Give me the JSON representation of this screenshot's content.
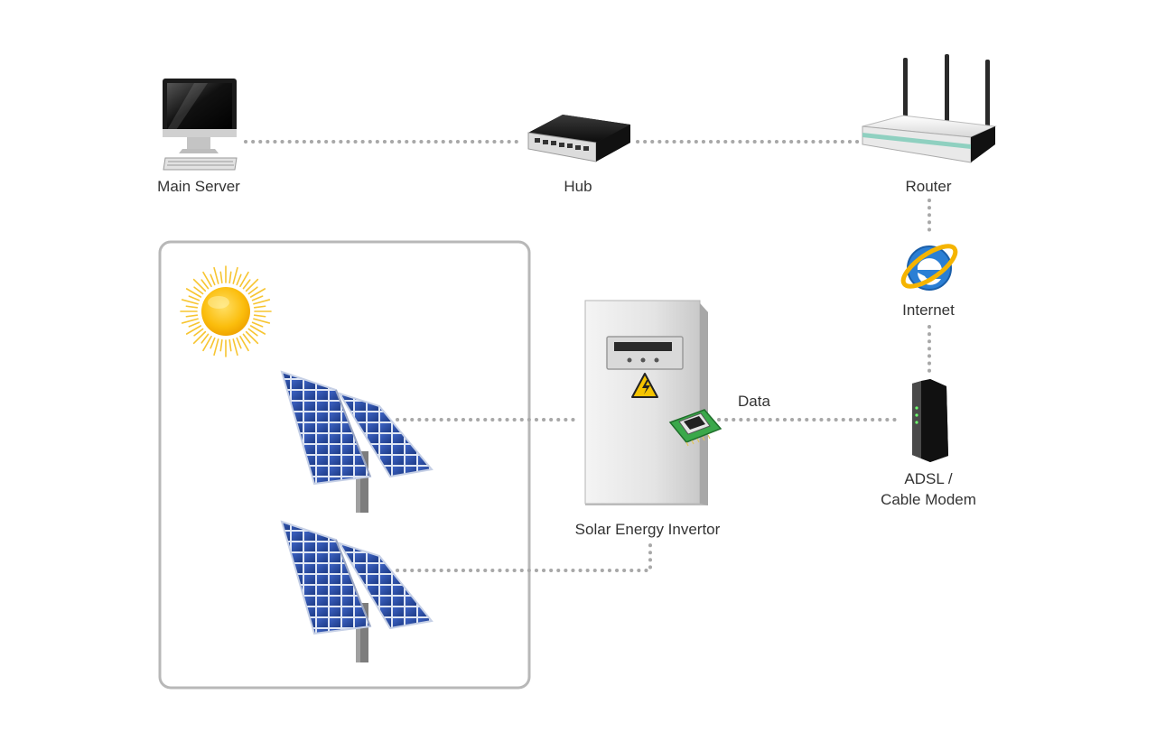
{
  "labels": {
    "main_server": "Main Server",
    "hub": "Hub",
    "router": "Router",
    "internet": "Internet",
    "data": "Data",
    "modem_line1": "ADSL /",
    "modem_line2": "Cable Modem",
    "inverter": "Solar Energy Invertor"
  },
  "icons": {
    "server": "desktop-computer-icon",
    "hub": "network-hub-icon",
    "router": "wifi-router-icon",
    "internet": "internet-explorer-icon",
    "modem": "modem-icon",
    "inverter": "inverter-cabinet-icon",
    "sun": "sun-icon",
    "panel": "solar-panel-icon"
  },
  "colors": {
    "connector": "#a8a8a8",
    "panel_blue": "#2b4fa8",
    "sun": "#f7b500",
    "warning": "#f5c400",
    "box_border": "#b8b8b8"
  }
}
